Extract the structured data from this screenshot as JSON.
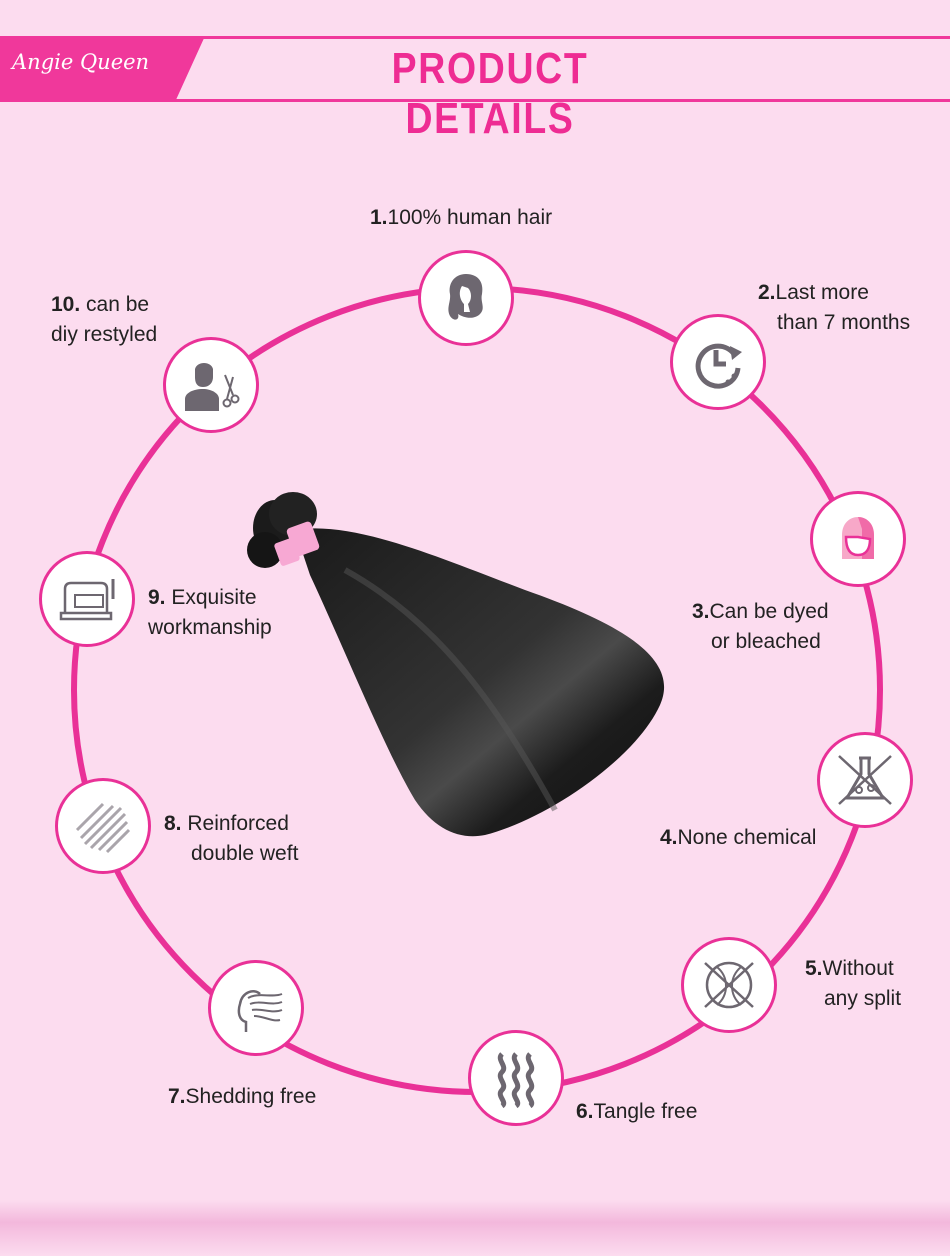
{
  "header": {
    "logo_text": "Angie Queen",
    "title": "PRODUCT DETAILS"
  },
  "features": [
    {
      "num": "1.",
      "text": "100% human hair",
      "icon": "woman-hair-icon"
    },
    {
      "num": "2.",
      "text": "Last more",
      "text2": "than 7 months",
      "icon": "clock-refresh-icon"
    },
    {
      "num": "3.",
      "text": "Can be dyed",
      "text2": "or bleached",
      "icon": "dyed-hair-icon"
    },
    {
      "num": "4.",
      "text": "None chemical",
      "icon": "no-chemical-flask-icon"
    },
    {
      "num": "5.",
      "text": "Without",
      "text2": "any split",
      "icon": "no-split-ball-icon"
    },
    {
      "num": "6.",
      "text": "Tangle free",
      "icon": "wavy-lines-icon"
    },
    {
      "num": "7.",
      "text": "Shedding free",
      "icon": "flowing-hair-head-icon"
    },
    {
      "num": "8.",
      "text": " Reinforced",
      "text2": "double weft",
      "icon": "double-weft-stripes-icon"
    },
    {
      "num": "9.",
      "text": " Exquisite",
      "text2": "workmanship",
      "icon": "sewing-machine-icon"
    },
    {
      "num": "10.",
      "text": " can be",
      "text2": "diy restyled",
      "icon": "hairdresser-scissors-icon"
    }
  ],
  "colors": {
    "accent": "#e93197",
    "background": "#fcdcef",
    "icon_gray": "#6d6770"
  }
}
